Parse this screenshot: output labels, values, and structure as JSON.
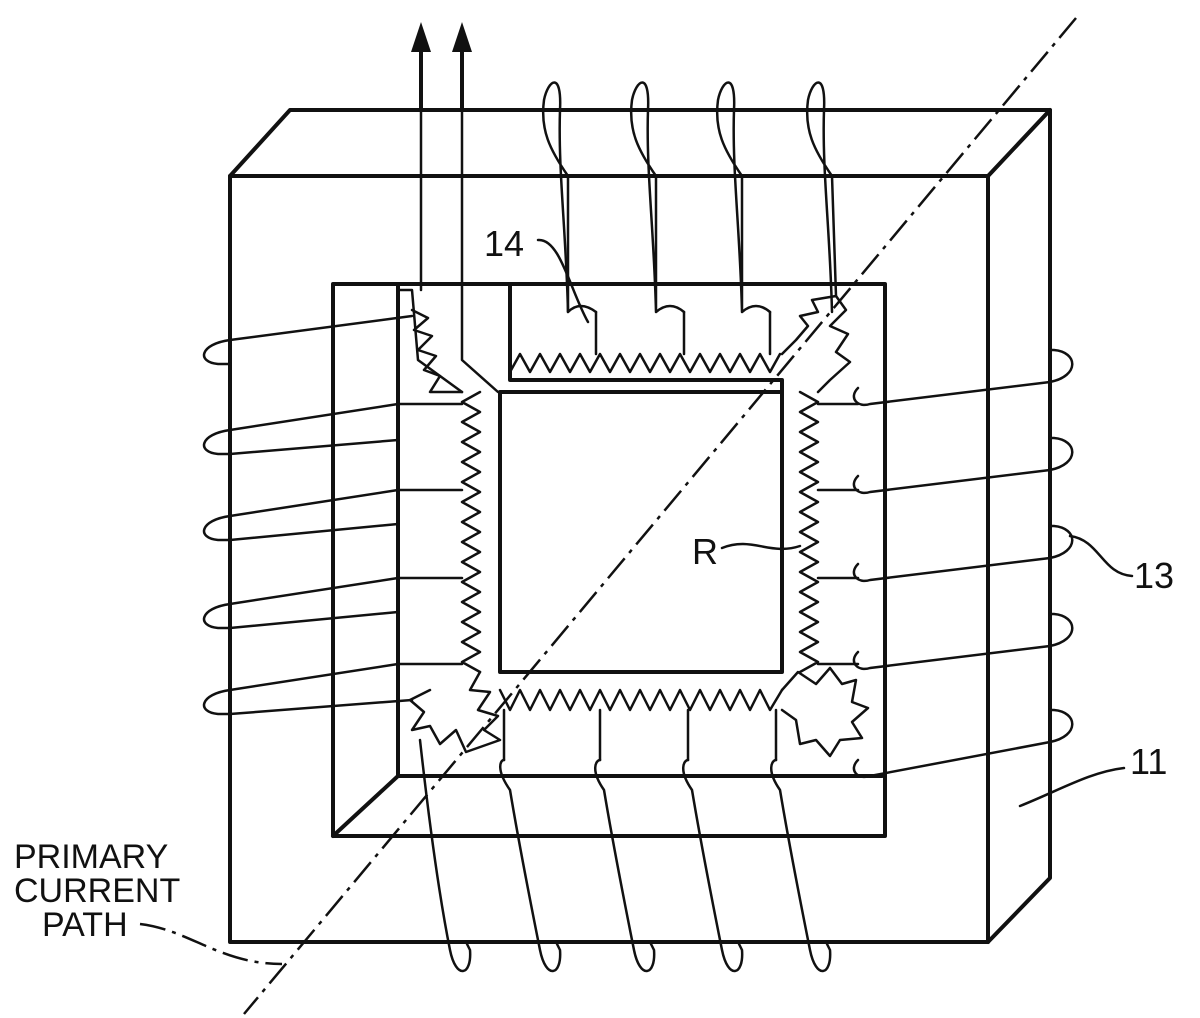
{
  "labels": {
    "winding_ref": "14",
    "resistor_ref": "R",
    "core_winding_ref": "13",
    "core_ref": "11",
    "path_line1": "PRIMARY",
    "path_line2": "CURRENT",
    "path_line3": "PATH"
  },
  "icons": {
    "output_arrows": "arrow-up-icon"
  },
  "colors": {
    "ink": "#111111",
    "paper": "#ffffff"
  }
}
